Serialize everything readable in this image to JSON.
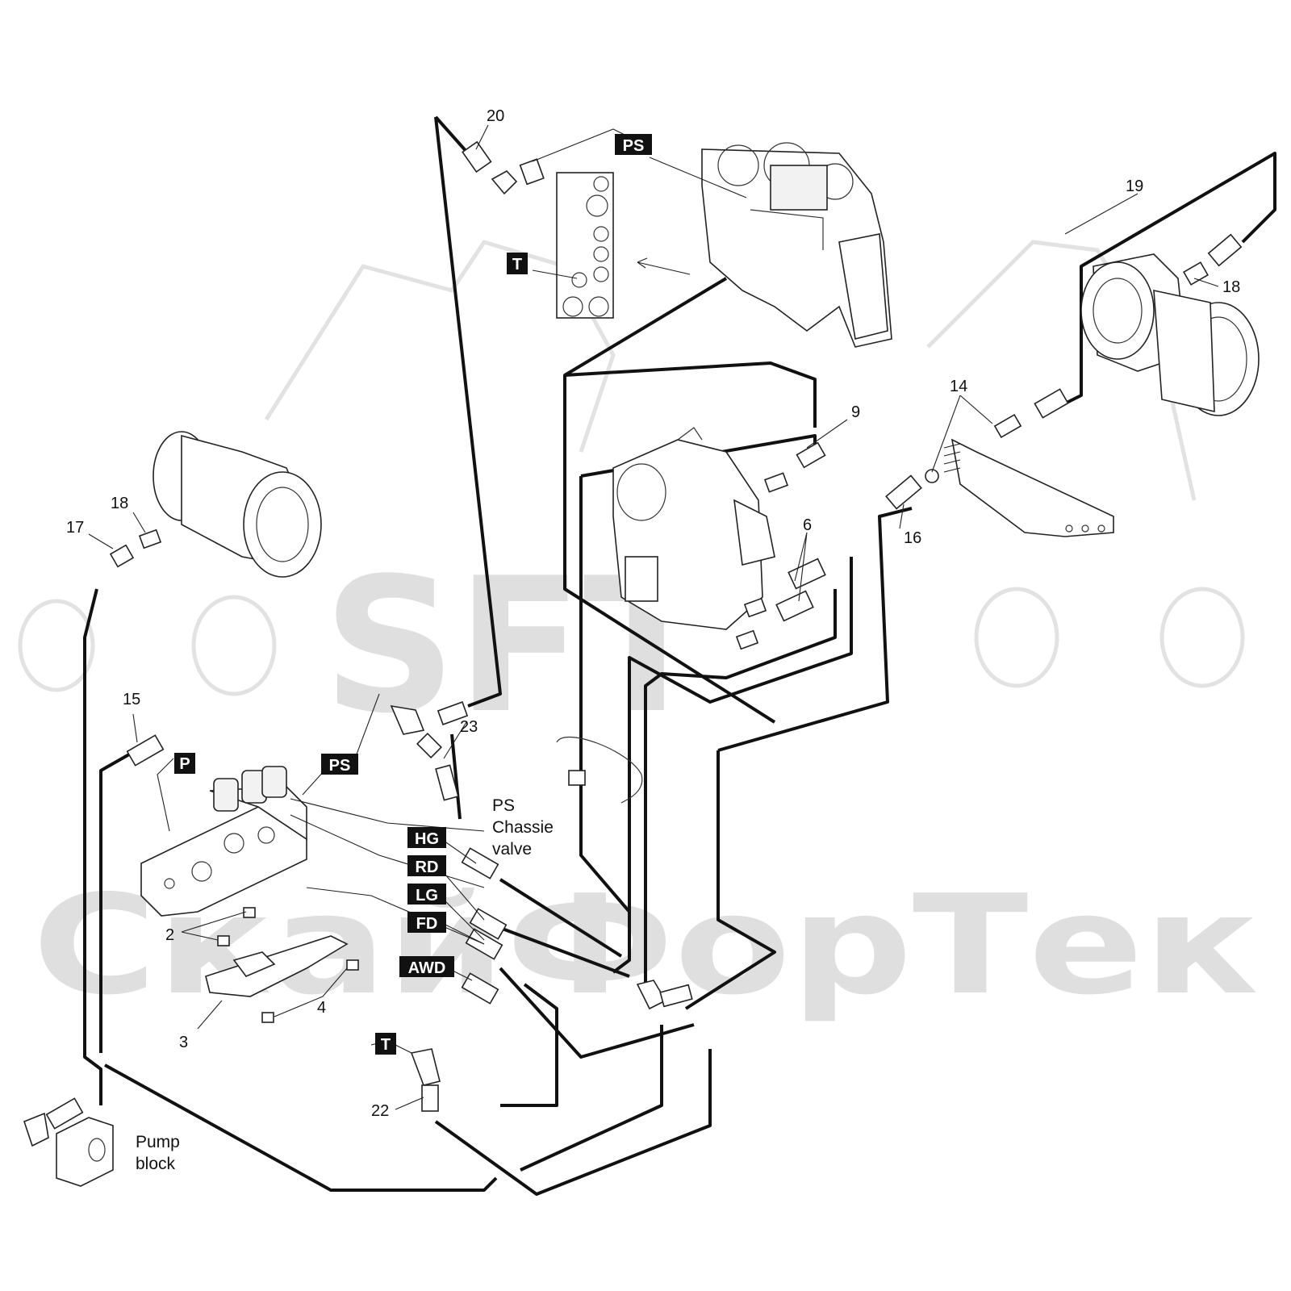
{
  "watermark": {
    "latin": "SFT",
    "cyrillic": "СкайФорТек"
  },
  "callouts": [
    "2",
    "3",
    "4",
    "6",
    "9",
    "14",
    "15",
    "16",
    "17",
    "18",
    "18",
    "19",
    "20",
    "22",
    "23"
  ],
  "tags": [
    "PS",
    "T",
    "P",
    "PS",
    "HG",
    "RD",
    "LG",
    "FD",
    "AWD",
    "T"
  ],
  "notes": {
    "ps_chassie_valve": [
      "PS",
      "Chassie",
      "valve"
    ],
    "pump_block": [
      "Pump",
      "block"
    ]
  }
}
